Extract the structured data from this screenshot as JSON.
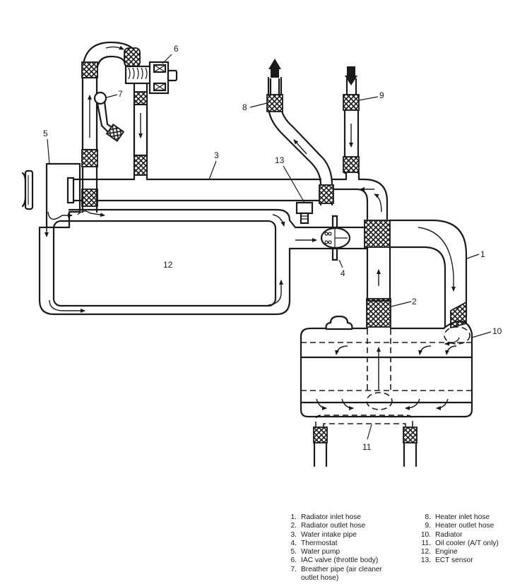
{
  "callouts": {
    "c1": "1",
    "c2": "2",
    "c3": "3",
    "c4": "4",
    "c5": "5",
    "c6": "6",
    "c7": "7",
    "c8": "8",
    "c9": "9",
    "c10": "10",
    "c11": "11",
    "c12": "12",
    "c13": "13"
  },
  "legend": {
    "left": [
      {
        "num": "1.",
        "text": "Radiator inlet hose"
      },
      {
        "num": "2.",
        "text": "Radiator outlet hose"
      },
      {
        "num": "3.",
        "text": "Water intake pipe"
      },
      {
        "num": "4.",
        "text": "Thermostat"
      },
      {
        "num": "5.",
        "text": "Water pump"
      },
      {
        "num": "6.",
        "text": "IAC valve (throttle body)"
      },
      {
        "num": "7.",
        "text": "Breather pipe (air cleaner"
      },
      {
        "num": "",
        "text": "outlet hose)"
      }
    ],
    "right": [
      {
        "num": "8.",
        "text": "Heater inlet hose"
      },
      {
        "num": "9.",
        "text": "Heater outlet hose"
      },
      {
        "num": "10.",
        "text": "Radiator"
      },
      {
        "num": "11.",
        "text": "Oil cooler (A/T only)"
      },
      {
        "num": "12.",
        "text": "Engine"
      },
      {
        "num": "13.",
        "text": "ECT sensor"
      }
    ]
  },
  "colors": {
    "ink": "#1a1a1a",
    "paper": "#ffffff"
  }
}
